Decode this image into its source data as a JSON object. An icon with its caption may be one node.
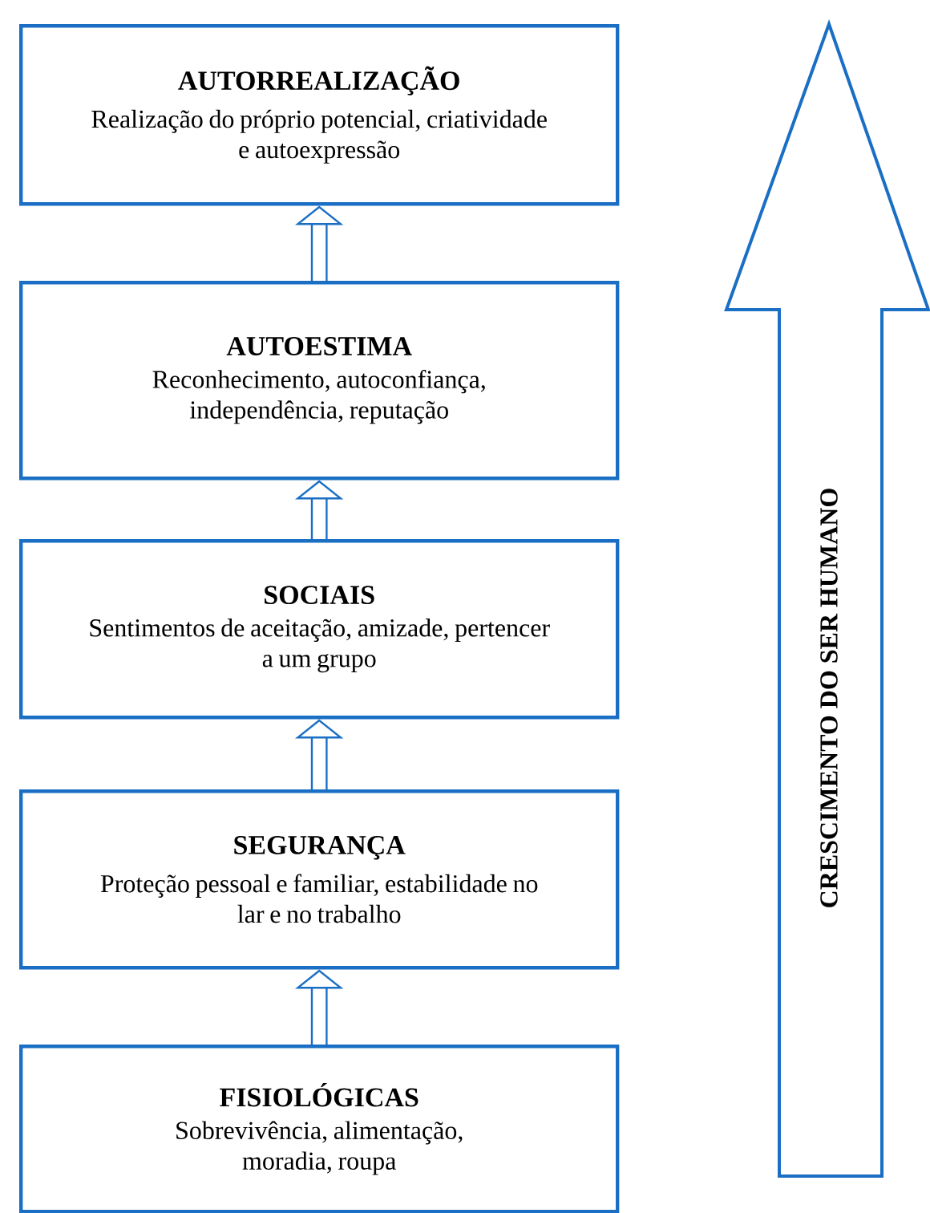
{
  "diagram": {
    "nodes": [
      {
        "text": [
          "AUTORREALIZAÇÃO",
          "Realização do próprio potencial, criatividade e autoexpressão"
        ]
      },
      {
        "text": [
          "AUTOESTIMA",
          "Reconhecimento, autoconfiança, independência, reputação"
        ]
      },
      {
        "text": [
          "SOCIAIS",
          "Sentimentos de aceitação, amizade, pertencer a um grupo"
        ]
      },
      {
        "text": [
          "SEGURANÇA",
          "Proteção pessoal e familiar, estabilidade no lar e no trabalho"
        ]
      },
      {
        "text": [
          "FISIOLÓGICAS",
          "Sobrevivência, alimentação, moradia, roupa"
        ]
      },
      {
        "text": [
          "CRESCIMENTO DO SER HUMANO"
        ]
      }
    ],
    "edges": [
      {
        "from": 1,
        "to": 0,
        "arrow": "to"
      },
      {
        "from": 2,
        "to": 1,
        "arrow": "to"
      },
      {
        "from": 3,
        "to": 2,
        "arrow": "to"
      },
      {
        "from": 4,
        "to": 3,
        "arrow": "to"
      }
    ]
  }
}
